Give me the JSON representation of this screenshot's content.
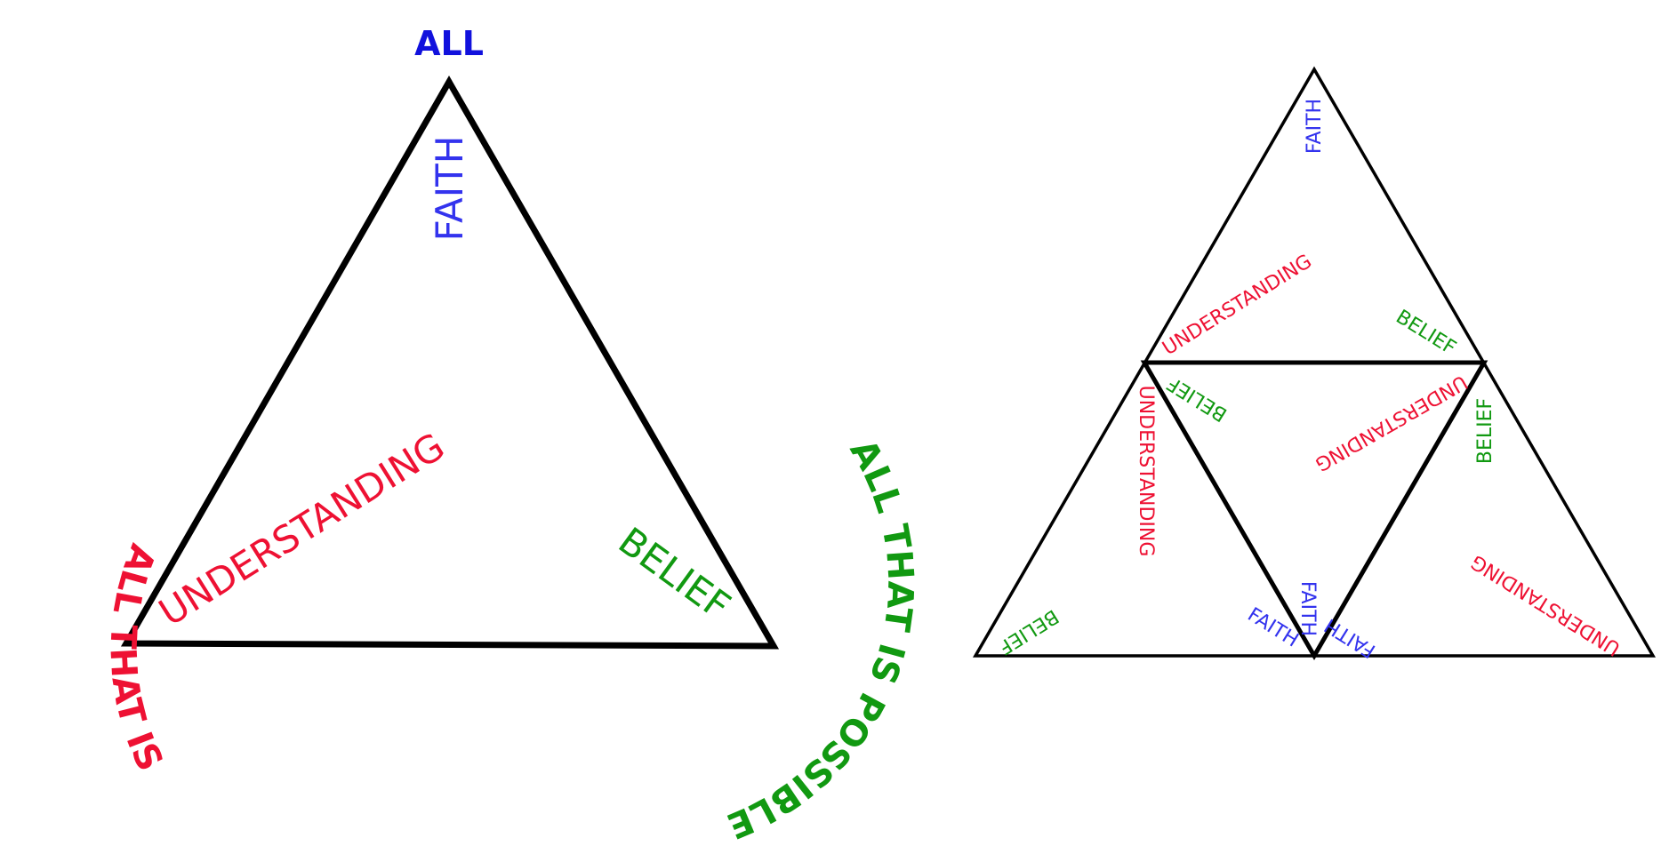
{
  "colors": {
    "faith": "#3333ee",
    "understanding": "#ee1133",
    "belief": "#119911",
    "all": "#1111dd",
    "all_that_is": "#ee1133",
    "all_that_is_possible": "#119911",
    "stroke": "#000000"
  },
  "left_diagram": {
    "top_label": "ALL",
    "left_label": "ALL THAT IS",
    "right_label": "ALL THAT IS POSSIBLE",
    "corner_top": "FAITH",
    "corner_left": "UNDERSTANDING",
    "corner_right": "BELIEF"
  },
  "right_diagram": {
    "top": {
      "faith": "FAITH",
      "understanding": "UNDERSTANDING",
      "belief": "BELIEF"
    },
    "middle": {
      "belief": "BELIEF",
      "understanding_left": "UNDERSTANDING",
      "understanding_right": "UNDERSTANDING",
      "belief_right": "BELIEF"
    },
    "bottom_left": {
      "belief": "BELIEF",
      "faith": "FAITH"
    },
    "center_bottom": {
      "faith": "FAITH"
    },
    "bottom_right": {
      "faith": "FAITH",
      "understanding": "UNDERSTANDING"
    }
  }
}
